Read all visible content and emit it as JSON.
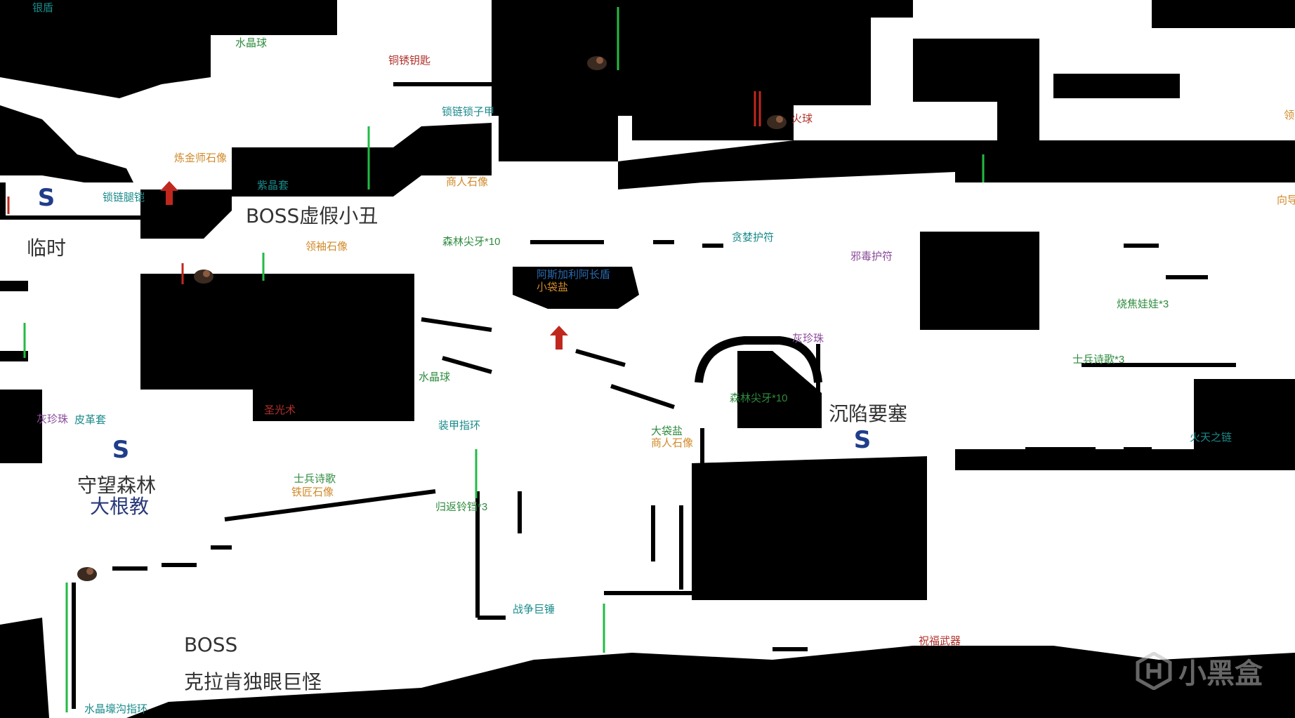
{
  "colors": {
    "wall": "#000000",
    "floor": "#ffffff",
    "label_teal": "#1a8a8a",
    "label_green": "#2e8b3e",
    "label_orange": "#d08a2a",
    "label_red": "#b0302a",
    "label_purple": "#8a4a9a",
    "label_blue": "#2a6ab0",
    "save_blue": "#1f3d8a",
    "up_arrow": "#c0281e",
    "green_door": "#22bb44"
  },
  "icons": {
    "save_point": "save-point-icon",
    "up_arrow": "up-arrow-icon",
    "snail": "snail-enemy-icon",
    "watermark_logo": "heybox-logo-icon"
  },
  "save_glyph": "S",
  "labels": {
    "silver_shield": "银盾",
    "crystal_ball_top": "水晶球",
    "rusty_key": "铜锈钥匙",
    "chain_mail": "锁链锁子甲",
    "fireball": "火球",
    "alchemist_statue": "炼金师石像",
    "purple_crystal_set": "紫晶套",
    "merchant_statue_top": "商人石像",
    "chain_greaves": "锁链腿铠",
    "collar_statue": "领袖石像",
    "forest_fang_top": "森林尖牙*10",
    "greed_amulet": "贪婪护符",
    "venom_amulet": "邪毒护符",
    "ascalon_shield": "阿斯加利阿长盾",
    "small_salt": "小袋盐",
    "burnt_doll": "烧焦娃娃*3",
    "gray_pearl_mid": "灰珍珠",
    "soldier_song_right": "士兵诗歌*3",
    "crystal_ball_mid": "水晶球",
    "holy_light": "圣光术",
    "forest_fang_mid": "森林尖牙*10",
    "gray_pearl_left": "灰珍珠",
    "leather_set": "皮革套",
    "armor_ring": "装甲指环",
    "big_salt": "大袋盐",
    "merchant_statue_mid": "商人石像",
    "fire_chain": "火天之链",
    "soldier_song": "士兵诗歌",
    "blacksmith_statue": "铁匠石像",
    "return_bell": "归返铃铛*3",
    "war_hammer": "战争巨锤",
    "blessed_weapon": "祝福武器",
    "crystal_moat_ring": "水晶壕沟指环",
    "edge_right_1": "领",
    "edge_right_2": "向导"
  },
  "areas": {
    "boss_jester": "BOSS虚假小丑",
    "temporary": "临时",
    "sunken_fortress": "沉陷要塞",
    "watch_forest": "守望森林",
    "great_root_cult": "大根教",
    "boss_label": "BOSS",
    "cyclops": "克拉肯独眼巨怪"
  },
  "watermark": {
    "text": "小黑盒"
  }
}
